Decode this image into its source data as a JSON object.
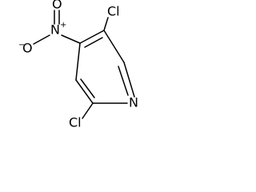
{
  "molecule": {
    "atoms": {
      "cl_top": "Cl",
      "cl_bottom": "Cl",
      "nitro_nitrogen": "N",
      "nitro_oxygen_top": "O",
      "nitro_oxygen_left": "O",
      "pyridine_nitrogen": "N"
    },
    "charges": {
      "nitro_nitrogen": "+",
      "nitro_oxygen_left": "−"
    }
  }
}
